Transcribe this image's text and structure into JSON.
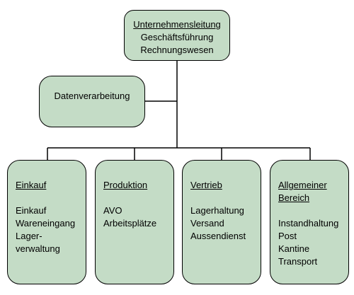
{
  "org_chart": {
    "top": {
      "title": "Unternehmensleitung",
      "lines": [
        "Geschäftsführung",
        "Rechnungswesen"
      ]
    },
    "staff": {
      "label": "Datenverarbeitung"
    },
    "departments": [
      {
        "title": [
          "Einkauf"
        ],
        "items": [
          "Einkauf",
          "Wareneingang",
          "Lager-",
          "verwaltung"
        ]
      },
      {
        "title": [
          "Produktion"
        ],
        "items": [
          "AVO",
          "Arbeitsplätze"
        ]
      },
      {
        "title": [
          "Vertrieb"
        ],
        "items": [
          "Lagerhaltung",
          "Versand",
          "Aussendienst"
        ]
      },
      {
        "title": [
          "Allgemeiner",
          "Bereich"
        ],
        "items": [
          "Instandhaltung",
          "Post",
          "Kantine",
          "Transport"
        ]
      }
    ],
    "colors": {
      "box_fill": "#c4dcc6",
      "line": "#000000"
    }
  }
}
